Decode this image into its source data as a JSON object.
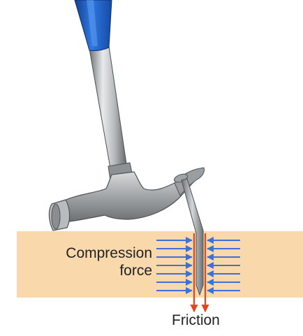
{
  "labels": {
    "compression_line1": "Compression",
    "compression_line2": "force",
    "friction": "Friction"
  },
  "colors": {
    "board": "#f9d9ab",
    "handle_grip": "#1f5fc4",
    "metal": "#a9acae",
    "nail": "#9da3a6",
    "compression_arrows": "#3f6fd8",
    "friction_arrows": "#e0461f"
  },
  "icons": {
    "hammer": "claw-hammer",
    "nail": "bent-nail"
  }
}
